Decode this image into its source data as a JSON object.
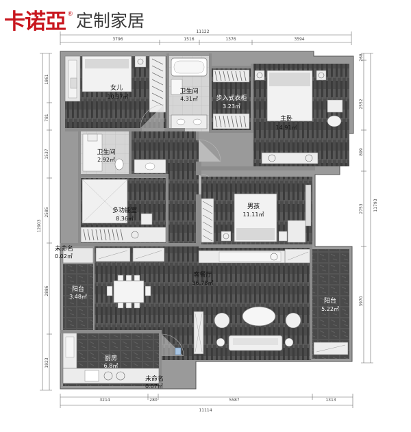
{
  "brand": {
    "logo": "卡诺亞",
    "reg": "®",
    "tagline": "定制家居"
  },
  "dimensions": {
    "top_total": "11122",
    "top": [
      "3796",
      "1516",
      "1376",
      "3594"
    ],
    "bottom_total": "11114",
    "bottom": [
      "3214",
      "280",
      "5587",
      "1313"
    ],
    "left_total": "12903",
    "left": [
      "1861",
      "781",
      "1537",
      "2585",
      "2886",
      "1923"
    ],
    "right_total": "11793",
    "right": [
      "268",
      "2552",
      "899",
      "2753",
      "3970"
    ]
  },
  "rooms": {
    "daughter": {
      "name": "女儿",
      "area": "10.37㎡"
    },
    "bath_top": {
      "name": "卫生间",
      "area": "4.31㎡"
    },
    "walkin": {
      "name": "步入式衣柜",
      "area": "3.23㎡"
    },
    "master": {
      "name": "主卧",
      "area": "14.91㎡"
    },
    "bath_left": {
      "name": "卫生间",
      "area": "2.92㎡"
    },
    "multi": {
      "name": "多功能室",
      "area": "8.36㎡"
    },
    "boy": {
      "name": "男孩",
      "area": "11.11㎡"
    },
    "unnamed1": {
      "name": "未命名",
      "area": "0.02㎡"
    },
    "balcony_left": {
      "name": "阳台",
      "area": "3.48㎡"
    },
    "living": {
      "name": "客餐厅",
      "area": "36.78㎡"
    },
    "balcony_right": {
      "name": "阳台",
      "area": "5.22㎡"
    },
    "kitchen": {
      "name": "厨房",
      "area": "6.8㎡"
    },
    "unnamed2": {
      "name": "未命名",
      "area": "0.07㎡"
    }
  }
}
